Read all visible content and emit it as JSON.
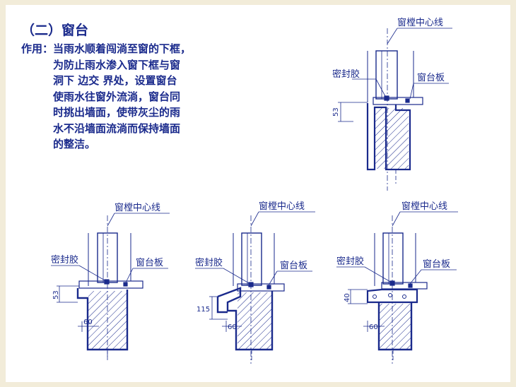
{
  "heading": "（二）窗台",
  "purpose": {
    "label": "作用：",
    "lines": [
      "当雨水顺着闯淌至窗的下框，",
      "为防止雨水渗入窗下框与窗",
      "洞下 边交 界处，设置窗台",
      "使雨水往窗外流淌，窗台同",
      "时挑出墙面，使带灰尘的雨",
      "水不沿墙面流淌而保持墙面",
      "的整洁。"
    ]
  },
  "details": [
    {
      "centerline": "窗樘中心线",
      "sealant": "密封胶",
      "sill": "窗台板",
      "dims": [
        "53"
      ]
    },
    {
      "centerline": "窗樘中心线",
      "sealant": "密封胶",
      "sill": "窗台板",
      "dims": [
        "53",
        "60"
      ]
    },
    {
      "centerline": "窗樘中心线",
      "sealant": "密封胶",
      "sill": "窗台板",
      "dims": [
        "115",
        "60"
      ]
    },
    {
      "centerline": "窗樘中心线",
      "sealant": "密封胶",
      "sill": "窗台板",
      "dims": [
        "40",
        "60"
      ]
    }
  ],
  "colors": {
    "ink": "#1a2a8c",
    "frame": "#f2ecd9"
  }
}
